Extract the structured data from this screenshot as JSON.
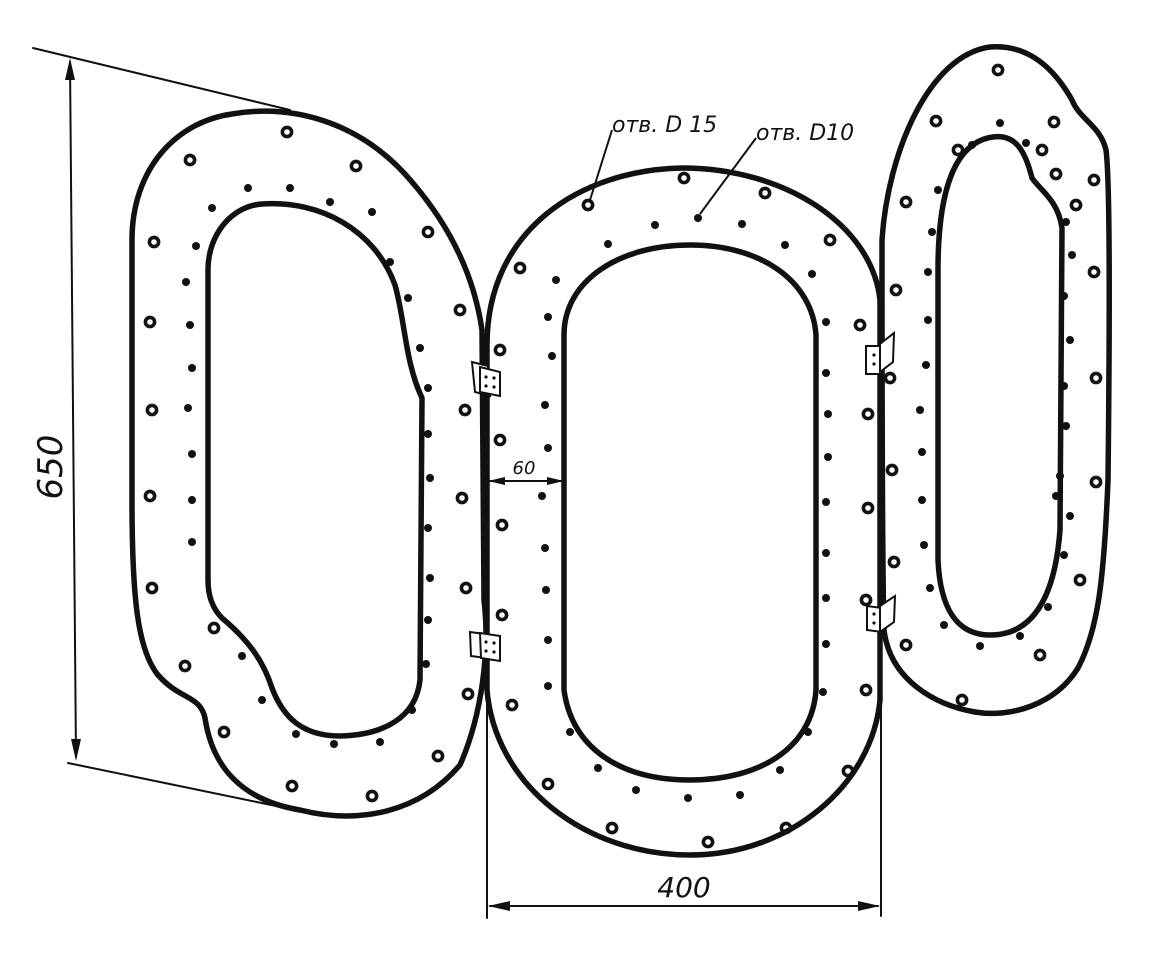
{
  "dimensions": {
    "height": "650",
    "width": "400",
    "band": "60"
  },
  "callouts": {
    "hole_large": "отв. D 15",
    "hole_small": "отв. D10"
  },
  "colors": {
    "ink": "#111111",
    "paper": "#ffffff"
  }
}
